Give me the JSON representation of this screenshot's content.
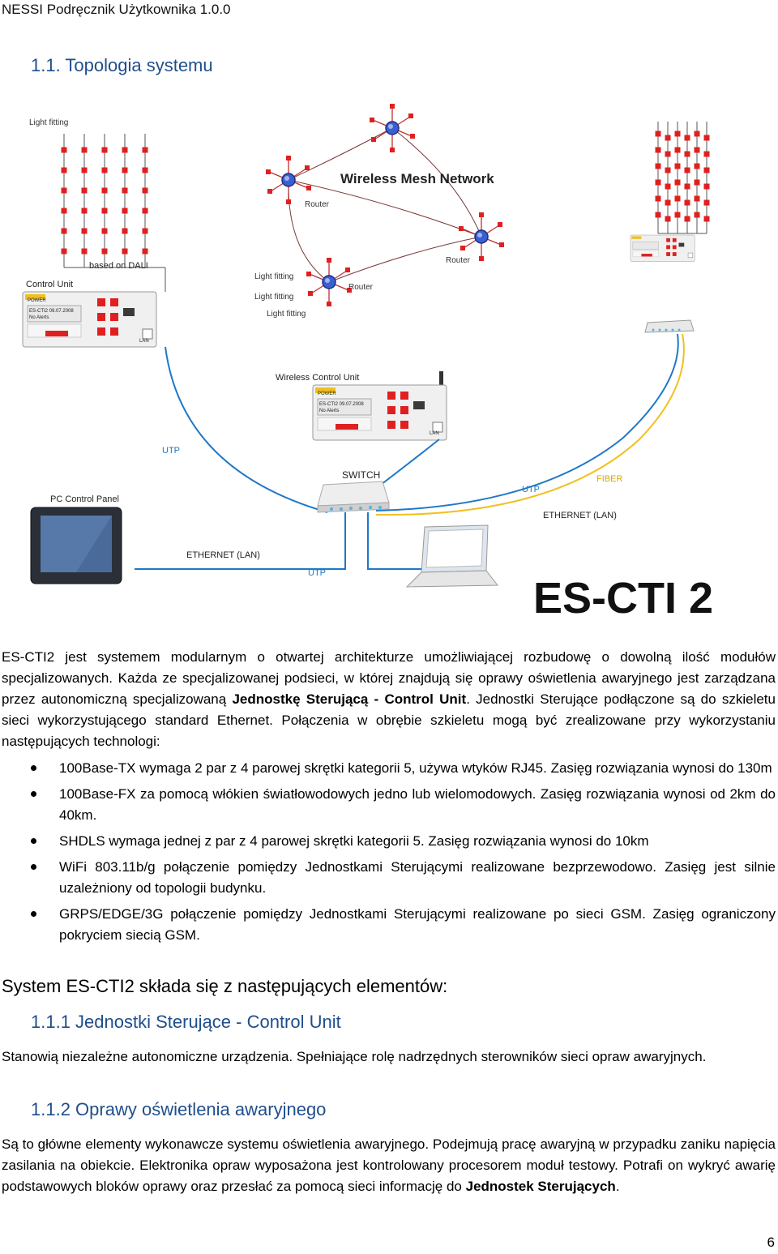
{
  "header": {
    "doc_title": "NESSI Podręcznik Użytkownika  1.0.0"
  },
  "section": {
    "title": "1.1. Topologia systemu"
  },
  "diagram": {
    "labels": {
      "light_fitting_1": "Light fitting",
      "based_on_dali": "based on DALI",
      "control_unit": "Control Unit",
      "wireless_mesh": "Wireless Mesh Network",
      "router1": "Router",
      "router2": "Router",
      "router3": "Router",
      "light_fitting_a": "Light fitting",
      "light_fitting_b": "Light fitting",
      "light_fitting_c": "Light fitting",
      "wireless_control_unit": "Wireless Control Unit",
      "utp_left": "UTP",
      "switch": "SWITCH",
      "utp_right": "UTP",
      "fiber": "FIBER",
      "ethernet_right": "ETHERNET (LAN)",
      "pc_control_panel": "PC Control Panel",
      "ethernet_left": "ETHERNET (LAN)",
      "utp_bottom": "UTP",
      "brand": "ES-CTI 2",
      "device_name": "ES-CTI2 09.07.2008",
      "device_status": "No Alerts",
      "power": "POWER",
      "lan": "LAN"
    },
    "colors": {
      "link": "#1e78c8",
      "fiber": "#f0c020",
      "fixture": "#e02020",
      "router": "#3a5fd0"
    }
  },
  "body": {
    "p1_a": "ES-CTI2 jest systemem modularnym o otwartej architekturze umożliwiającej rozbudowę o dowolną ilość modułów specjalizowanych. Każda ze specjalizowanej podsieci, w której znajdują się oprawy oświetlenia awaryjnego jest zarządzana przez autonomiczną specjalizowaną ",
    "p1_b": "Jednostkę Sterującą - Control Unit",
    "p1_c": ". Jednostki Sterujące podłączone są do szkieletu sieci wykorzystującego standard Ethernet. Połączenia w obrębie szkieletu mogą być zrealizowane przy wykorzystaniu następujących technologi:",
    "bullets": [
      "100Base-TX wymaga 2 par z 4 parowej skrętki kategorii 5, używa wtyków RJ45. Zasięg rozwiązania wynosi do 130m",
      "100Base-FX za pomocą włókien światłowodowych jedno lub wielomodowych. Zasięg rozwiązania wynosi od 2km do 40km.",
      "SHDLS wymaga jednej z par z 4 parowej skrętki kategorii 5. Zasięg rozwiązania wynosi do 10km",
      "WiFi 803.11b/g połączenie pomiędzy Jednostkami Sterującymi realizowane bezprzewodowo. Zasięg jest silnie uzależniony od topologii budynku.",
      "GRPS/EDGE/3G połączenie pomiędzy Jednostkami Sterującymi realizowane po sieci GSM. Zasięg ograniczony pokryciem siecią GSM."
    ],
    "system_heading": "System ES-CTI2 składa się z następujących elementów:",
    "h111": "1.1.1 Jednostki Sterujące - Control Unit",
    "p111": "Stanowią niezależne autonomiczne urządzenia. Spełniające rolę nadrzędnych sterowników sieci opraw awaryjnych.",
    "h112": "1.1.2 Oprawy oświetlenia awaryjnego",
    "p112_a": "Są to główne elementy wykonawcze systemu oświetlenia awaryjnego. Podejmują pracę awaryjną w przypadku zaniku napięcia zasilania na obiekcie. Elektronika opraw wyposażona jest kontrolowany procesorem moduł testowy. Potrafi on wykryć awarię podstawowych bloków oprawy oraz przesłać za pomocą sieci informację do ",
    "p112_b": "Jednostek Sterujących",
    "p112_c": "."
  },
  "footer": {
    "page": "6"
  }
}
